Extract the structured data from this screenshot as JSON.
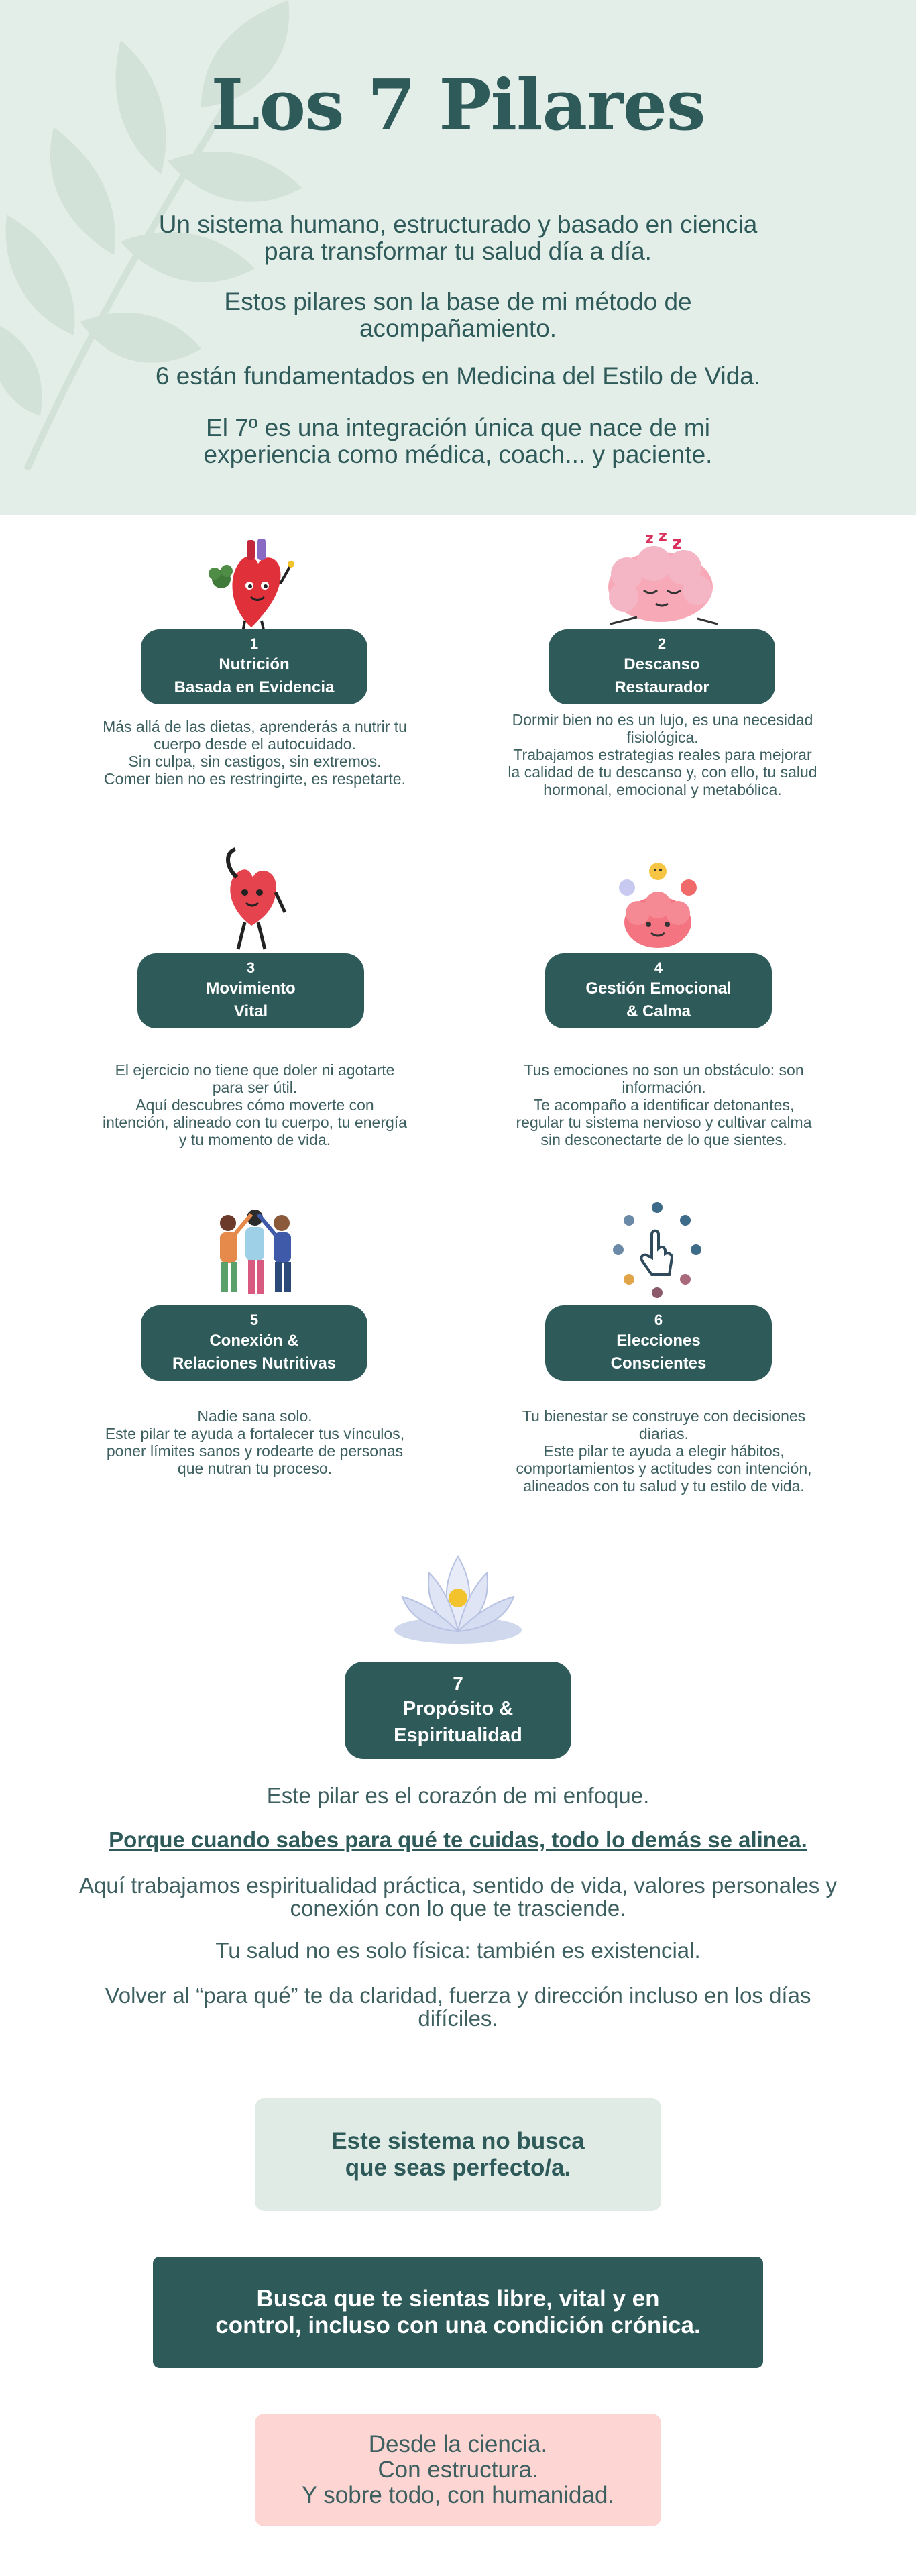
{
  "hero": {
    "title": "Los 7 Pilares",
    "intro": [
      [
        "Un sistema humano, estructurado y basado en ciencia",
        "para transformar tu salud día a día."
      ],
      [
        "Estos pilares son la base de mi método de",
        "acompañamiento."
      ],
      [
        "6 están fundamentados en Medicina del Estilo de Vida."
      ],
      [
        "El 7º es una integración única que nace de mi",
        "experiencia como médica, coach... y paciente."
      ]
    ]
  },
  "pillars": [
    {
      "num": "1",
      "title1": "Nutrición",
      "title2": "Basada en Evidencia",
      "icon": "heart-character-icon",
      "desc": [
        "Más allá de las dietas, aprenderás a nutrir tu",
        "cuerpo desde el autocuidado.",
        "Sin culpa, sin castigos, sin extremos.",
        "Comer bien no es restringirte, es respetarte."
      ]
    },
    {
      "num": "2",
      "title1": "Descanso",
      "title2": "Restaurador",
      "icon": "sleeping-brain-icon",
      "desc": [
        "Dormir bien no es un lujo, es una necesidad",
        "fisiológica.",
        "Trabajamos estrategias reales para mejorar",
        "la calidad de tu descanso y, con ello, tu salud",
        "hormonal, emocional y metabólica."
      ]
    },
    {
      "num": "3",
      "title1": "Movimiento",
      "title2": "Vital",
      "icon": "exercising-heart-icon",
      "desc": [
        "El ejercicio no tiene que doler ni agotarte",
        "para ser útil.",
        "Aquí descubres cómo moverte con",
        "intención, alineado con tu cuerpo, tu energía",
        "y tu momento de vida."
      ]
    },
    {
      "num": "4",
      "title1": "Gestión Emocional",
      "title2": "& Calma",
      "icon": "emotions-brain-icon",
      "desc": [
        "Tus emociones no son un obstáculo: son",
        "información.",
        "Te acompaño a identificar detonantes,",
        "regular tu sistema nervioso y cultivar calma",
        "sin desconectarte de lo que sientes."
      ]
    },
    {
      "num": "5",
      "title1": "Conexión &",
      "title2": "Relaciones Nutritivas",
      "icon": "friends-group-icon",
      "desc": [
        "Nadie sana solo.",
        "Este pilar te ayuda a fortalecer tus vínculos,",
        "poner límites sanos y rodearte de personas",
        "que nutran tu proceso."
      ]
    },
    {
      "num": "6",
      "title1": "Elecciones",
      "title2": "Conscientes",
      "icon": "choice-hand-icon",
      "desc": [
        "Tu bienestar se construye con decisiones",
        "diarias.",
        "Este pilar te ayuda a elegir hábitos,",
        "comportamientos y actitudes con intención,",
        "alineados con tu salud y tu estilo de vida."
      ]
    }
  ],
  "pillar7": {
    "num": "7",
    "title1": "Propósito &",
    "title2": "Espiritualidad",
    "icon": "lotus-flower-icon",
    "lines": [
      "Este pilar es el corazón de mi enfoque.",
      " Porque cuando sabes para qué te cuidas, todo lo demás se alinea.",
      "Aquí trabajamos espiritualidad práctica, sentido de vida, valores personales y",
      "conexión con lo que te trasciende.",
      "Tu salud no es solo física: también es existencial.",
      "Volver al “para qué” te da claridad, fuerza y dirección incluso en los días",
      "difíciles."
    ]
  },
  "closing": {
    "box1": [
      "Este sistema no busca",
      "que seas perfecto/a."
    ],
    "box2": [
      "Busca que te sientas libre, vital y en",
      "control, incluso con una condición crónica."
    ],
    "box3": [
      "Desde la ciencia.",
      "Con estructura.",
      "Y sobre todo, con humanidad."
    ]
  },
  "colors": {
    "hero_bg": "#e4eee8",
    "accent": "#2e5b5a",
    "box1_bg": "#e1ebe6",
    "box3_bg": "#fdd6d3"
  }
}
